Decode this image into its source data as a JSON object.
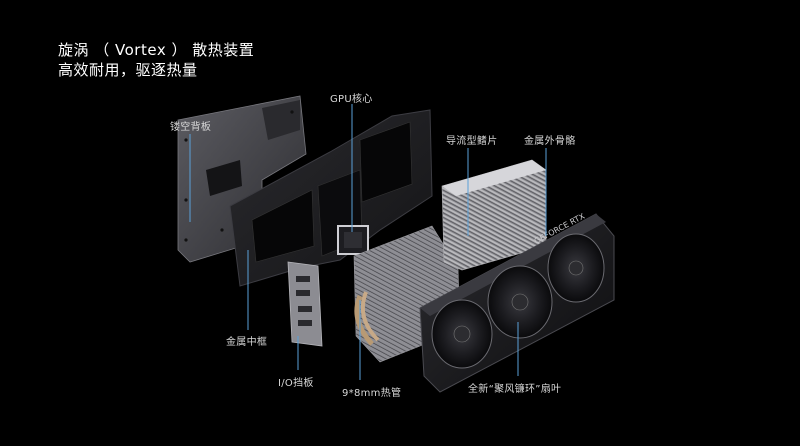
{
  "headline": {
    "title": "旋涡 （ Vortex ） 散热装置",
    "subtitle": "高效耐用，驱逐热量"
  },
  "callouts": {
    "backplate": "镂空背板",
    "gpu_core": "GPU核心",
    "fins": "导流型鳍片",
    "exoskeleton": "金属外骨骼",
    "middle_frame": "金属中框",
    "io_bracket": "I/O挡板",
    "heatpipes": "9*8mm热管",
    "fans": "全新“聚风镰环”扇叶"
  },
  "shroud_text": "GEFORCE RTX",
  "colors": {
    "background": "#000000",
    "callout_line": "#5aa0d8",
    "text": "#e6e6e6"
  }
}
